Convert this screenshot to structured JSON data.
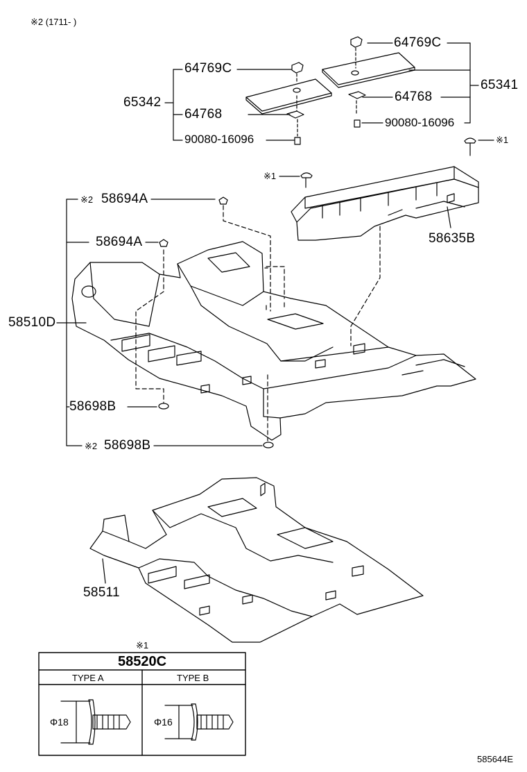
{
  "header_note": "※2 (1711-     )",
  "parts": {
    "p64769C_left": "64769C",
    "p64769C_right": "64769C",
    "p65342": "65342",
    "p65341": "65341",
    "p64768_left": "64768",
    "p64768_right": "64768",
    "p90080_left": "90080-16096",
    "p90080_right": "90080-16096",
    "p58635B": "58635B",
    "p58694A_top": "58694A",
    "p58694A_mid": "58694A",
    "p58510D": "58510D",
    "p58698B_upper": "58698B",
    "p58698B_lower": "58698B",
    "p58511": "58511"
  },
  "marks": {
    "m2": "※2",
    "m1": "※1"
  },
  "table": {
    "note": "※1",
    "title": "58520C",
    "type_a": "TYPE A",
    "type_b": "TYPE B",
    "dim_a": "Φ18",
    "dim_b": "Φ16"
  },
  "ref_code": "585644E"
}
